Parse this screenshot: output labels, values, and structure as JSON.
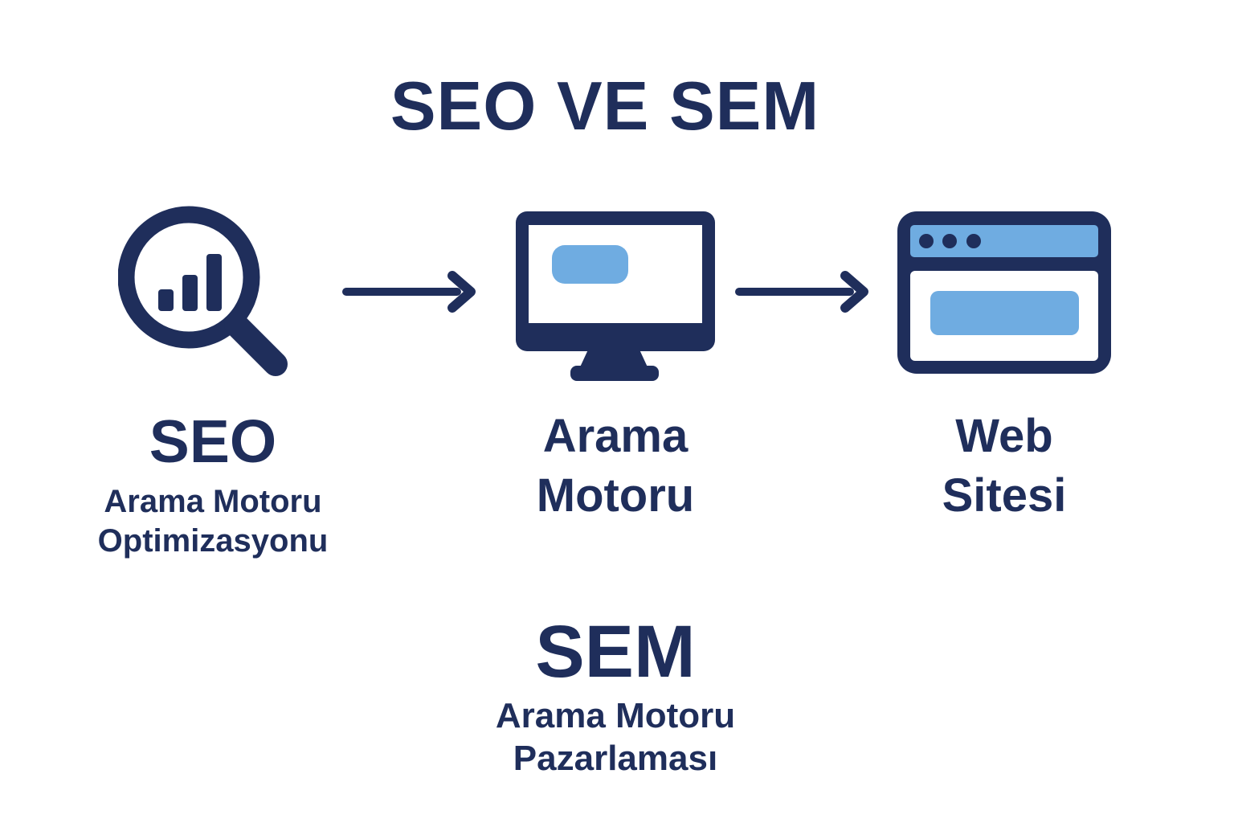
{
  "title": "SEO VE SEM",
  "colors": {
    "navy": "#1F2E5B",
    "light_blue": "#6FACE1",
    "background": "#FFFFFF"
  },
  "flow": {
    "seo": {
      "icon": "magnifier-bar-chart-icon",
      "heading": "SEO",
      "sub1": "Arama Motoru",
      "sub2": "Optimizasyonu"
    },
    "search_engine": {
      "icon": "monitor-icon",
      "line1": "Arama",
      "line2": "Motoru"
    },
    "website": {
      "icon": "browser-window-icon",
      "line1": "Web",
      "line2": "Sitesi"
    }
  },
  "sem": {
    "heading": "SEM",
    "sub1": "Arama Motoru",
    "sub2": "Pazarlaması"
  }
}
